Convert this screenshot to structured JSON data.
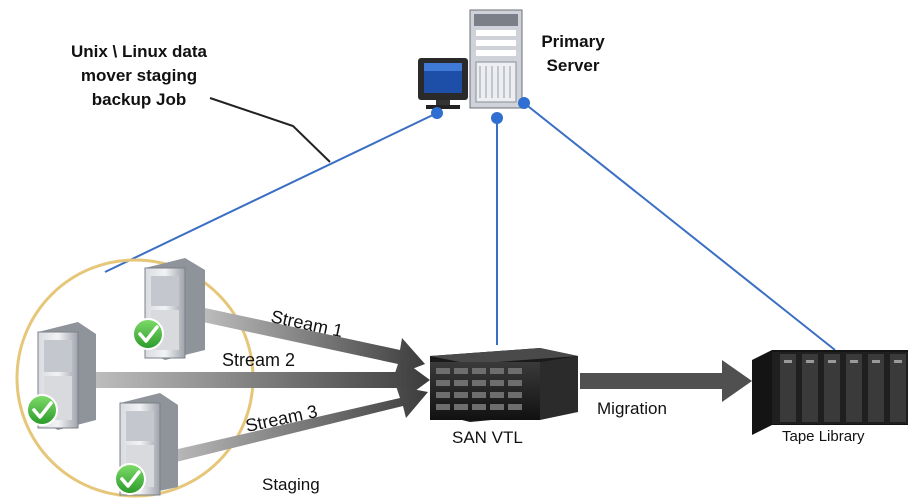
{
  "callout": {
    "line1": "Unix \\ Linux data",
    "line2": "mover  staging",
    "line3": "backup Job"
  },
  "primary_server": {
    "line1": "Primary",
    "line2": "Server"
  },
  "streams": [
    "Stream 1",
    "Stream 2",
    "Stream 3"
  ],
  "san_vtl": "SAN VTL",
  "migration": "Migration",
  "tape_library": "Tape Library",
  "staging": "Staging",
  "colors": {
    "link_line": "#3a6fc4",
    "connector_dot": "#2f6fd1",
    "arrow": "#4a4a4a",
    "circle": "#e6c77a",
    "check": "#3cab3c"
  }
}
